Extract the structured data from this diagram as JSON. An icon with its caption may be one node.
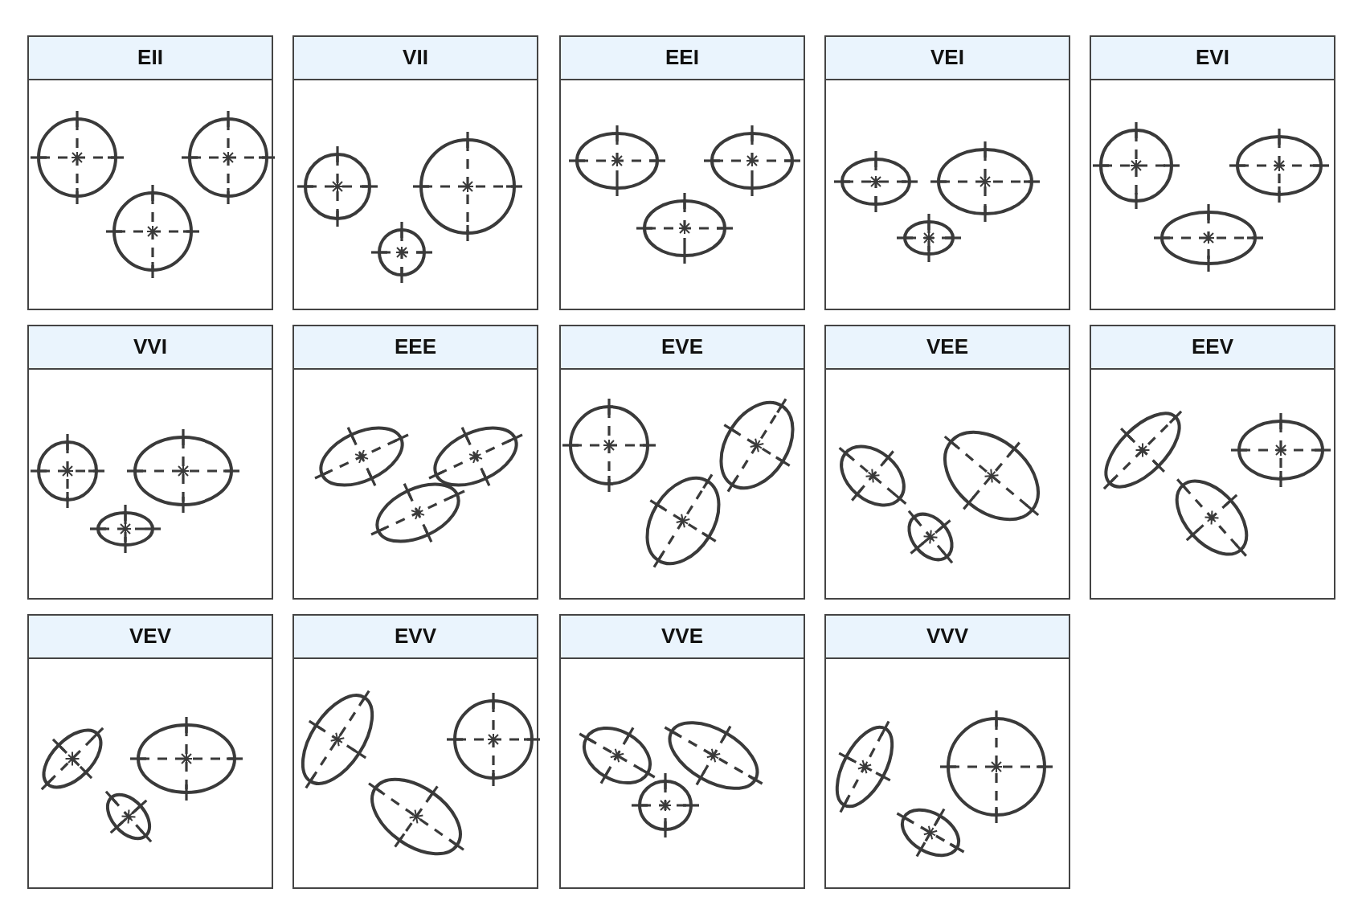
{
  "diagram": {
    "nodes": [
      {
        "text": [
          "EII"
        ]
      },
      {
        "text": [
          "VII"
        ]
      },
      {
        "text": [
          "EEI"
        ]
      },
      {
        "text": [
          "VEI"
        ]
      },
      {
        "text": [
          "EVI"
        ]
      },
      {
        "text": [
          "VVI"
        ]
      },
      {
        "text": [
          "EEE"
        ]
      },
      {
        "text": [
          "EVE"
        ]
      },
      {
        "text": [
          "VEE"
        ]
      },
      {
        "text": [
          "EEV"
        ]
      },
      {
        "text": [
          "VEV"
        ]
      },
      {
        "text": [
          "EVV"
        ]
      },
      {
        "text": [
          "VVE"
        ]
      },
      {
        "text": [
          "VVV"
        ]
      }
    ]
  }
}
